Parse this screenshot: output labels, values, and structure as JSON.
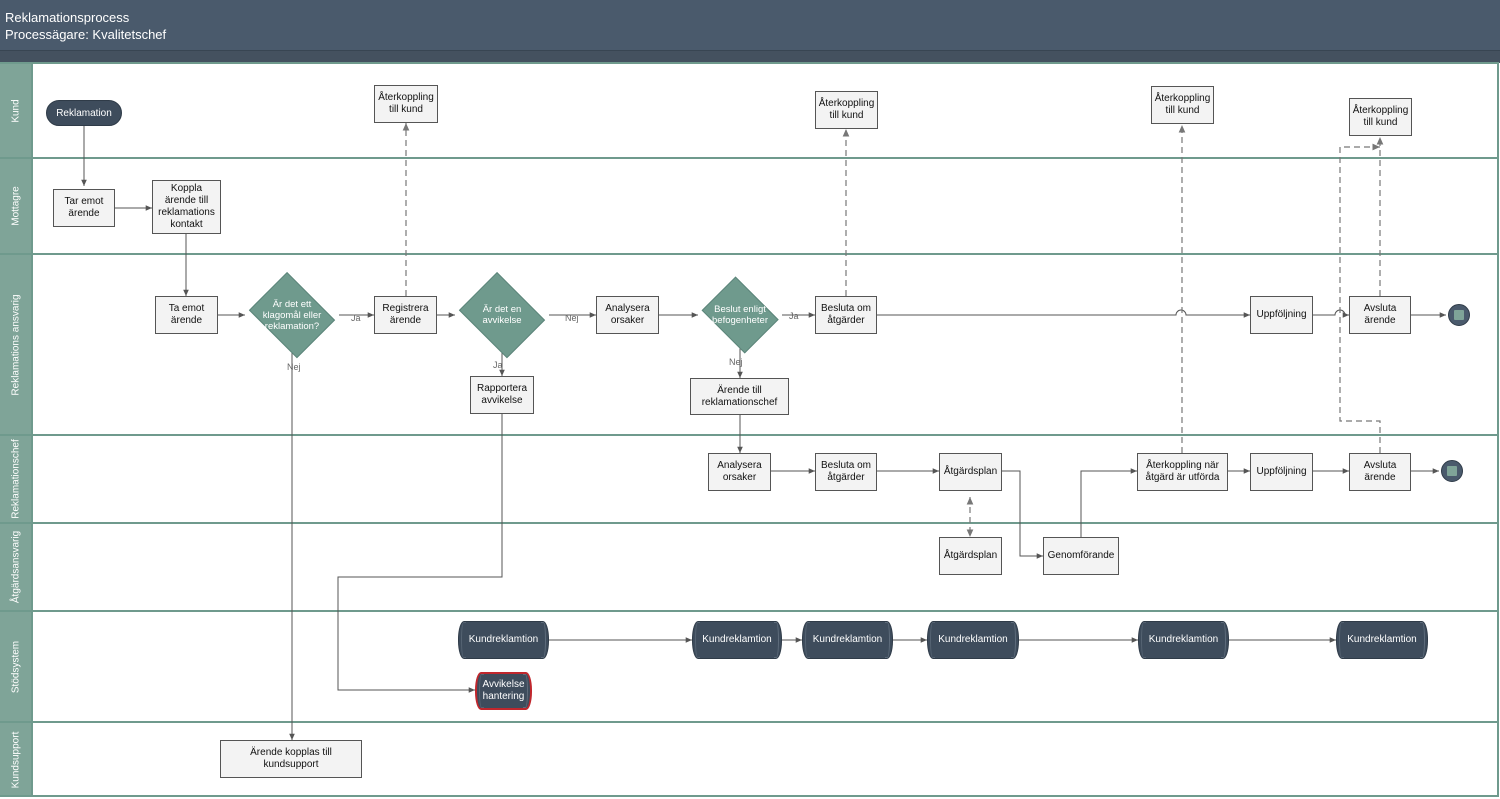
{
  "header": {
    "title": "Reklamationsprocess",
    "subtitle": "Processägare: Kvalitetschef"
  },
  "lanes": [
    "Kund",
    "Mottagre",
    "Reklamations ansvarig",
    "Reklamationschef",
    "Åtgärdsansvarig",
    "Stödsystem",
    "Kundsupport"
  ],
  "nodes": {
    "reklamation": "Reklamation",
    "aterkoppling_1": "Återkoppling till kund",
    "aterkoppling_2": "Återkoppling till kund",
    "aterkoppling_3": "Återkoppling till kund",
    "aterkoppling_4": "Återkoppling till kund",
    "tar_emot": "Tar emot ärende",
    "koppla": "Koppla ärende till reklamations kontakt",
    "ta_emot": "Ta emot ärende",
    "dec_klagomal": "Är det ett klagomål eller reklamation?",
    "registrera": "Registrera ärende",
    "dec_avvikelse": "Är det en avvikelse",
    "analysera_1": "Analysera orsaker",
    "dec_beslut": "Beslut enligt befogenheter",
    "besluta_1": "Besluta om åtgärder",
    "uppfoljning_1": "Uppföljning",
    "avsluta_1": "Avsluta ärende",
    "rapportera": "Rapportera avvikelse",
    "arende_chef": "Ärende till reklamationschef",
    "analysera_2": "Analysera orsaker",
    "besluta_2": "Besluta om åtgärder",
    "atgardsplan_1": "Åtgärdsplan",
    "aterkoppling_atgard": "Återkoppling när åtgärd är utförda",
    "uppfoljning_2": "Uppföljning",
    "avsluta_2": "Avsluta ärende",
    "atgardsplan_2": "Åtgärdsplan",
    "genomforande": "Genomförande",
    "db_1": "Kundreklamtion",
    "db_2": "Kundreklamtion",
    "db_3": "Kundreklamtion",
    "db_4": "Kundreklamtion",
    "db_5": "Kundreklamtion",
    "db_6": "Kundreklamtion",
    "avvikelse_hantering": "Avvikelse hantering",
    "kundsupport": "Ärende kopplas till kundsupport"
  },
  "edge_labels": {
    "ja_1": "Ja",
    "nej_1": "Nej",
    "nej_2": "Nej",
    "ja_2": "Ja",
    "ja_3": "Ja",
    "nej_3": "Nej"
  },
  "colors": {
    "header": "#4a5a6c",
    "lane_label": "#7fa498",
    "lane_border": "#6f9a8d",
    "decision": "#6f9a8d",
    "database": "#3e4c5c",
    "database_alert_border": "#c0272d",
    "connector": "#555555",
    "dashed_connector": "#777777"
  }
}
